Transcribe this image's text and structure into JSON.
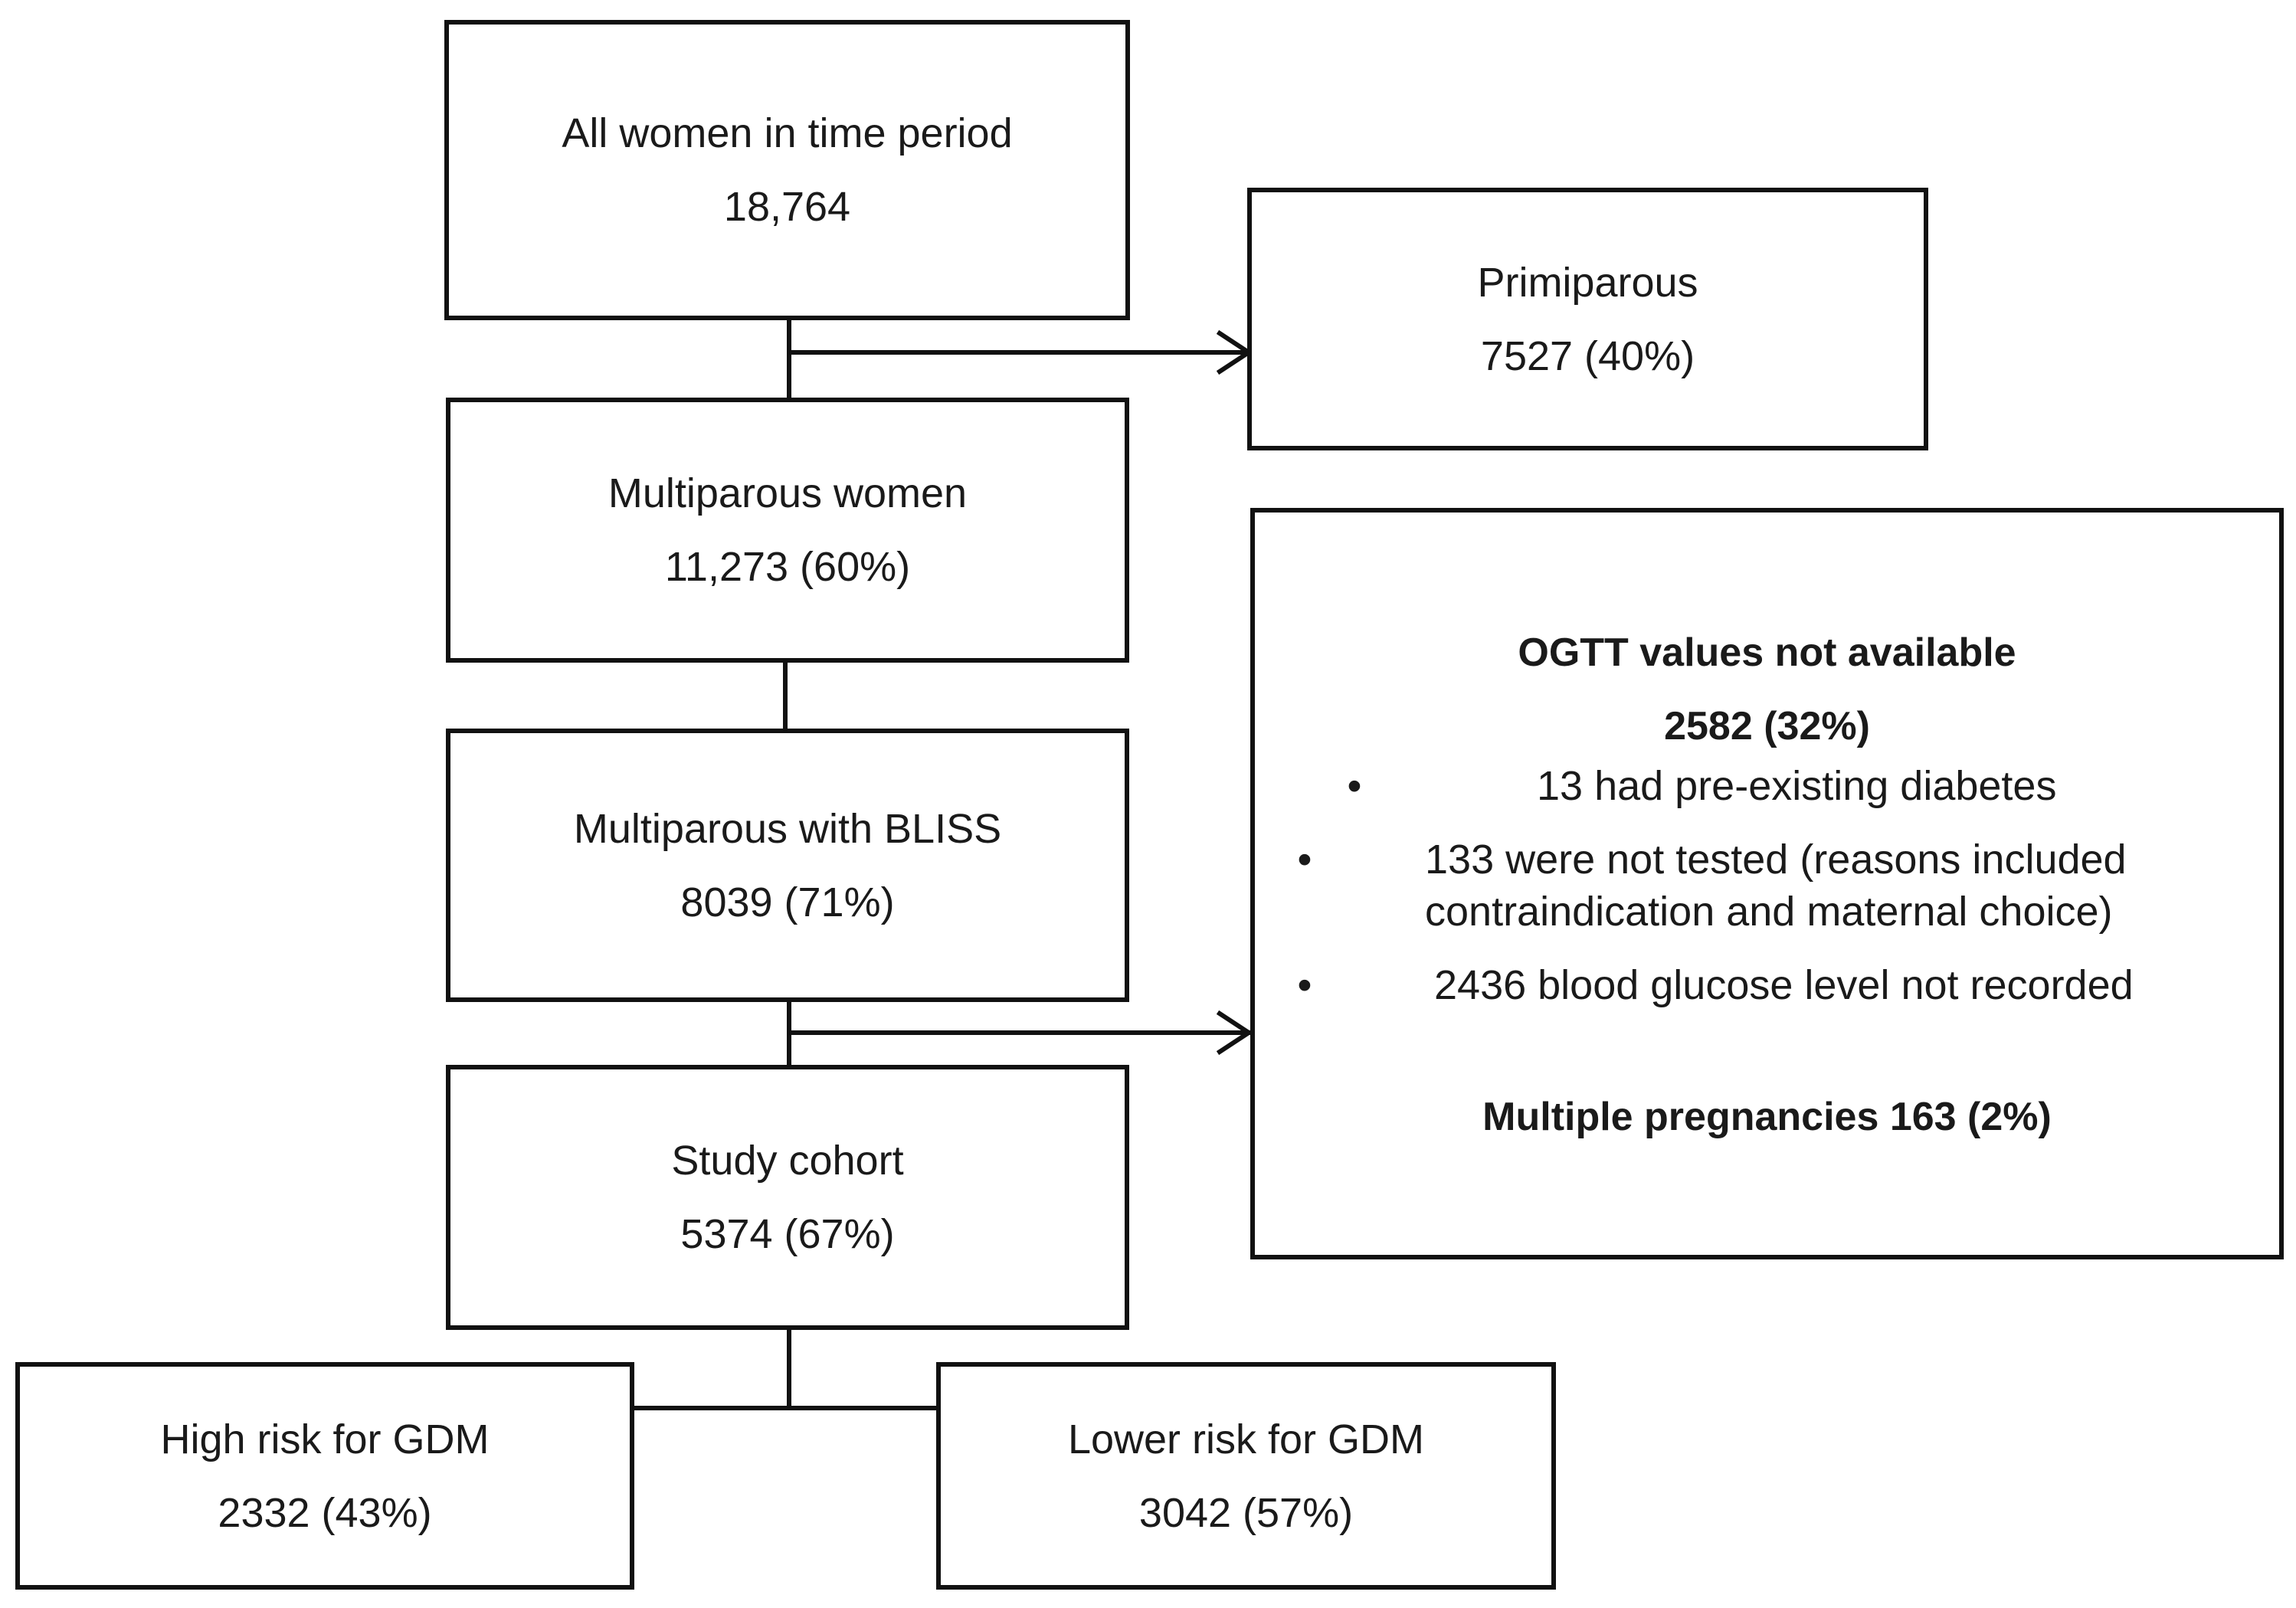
{
  "boxes": {
    "all_women": {
      "label": "All women in time period",
      "count": "18,764"
    },
    "primiparous": {
      "label": "Primiparous",
      "count": "7527 (40%)"
    },
    "multiparous": {
      "label": "Multiparous women",
      "count": "11,273 (60%)"
    },
    "bliss": {
      "label": "Multiparous with BLISS",
      "count": "8039 (71%)"
    },
    "exclusions": {
      "title": "OGTT values not available",
      "title_count": "2582 (32%)",
      "bullets": [
        "13 had pre-existing diabetes",
        "133 were not tested (reasons included",
        "contraindication and maternal choice)",
        "2436 blood glucose level  not recorded"
      ],
      "footer": "Multiple pregnancies 163 (2%)"
    },
    "study_cohort": {
      "label": "Study cohort",
      "count": "5374 (67%)"
    },
    "high_risk": {
      "label": "High risk for GDM",
      "count": "2332 (43%)"
    },
    "lower_risk": {
      "label": "Lower risk for GDM",
      "count": "3042 (57%)"
    }
  },
  "bullet_symbol": "•"
}
